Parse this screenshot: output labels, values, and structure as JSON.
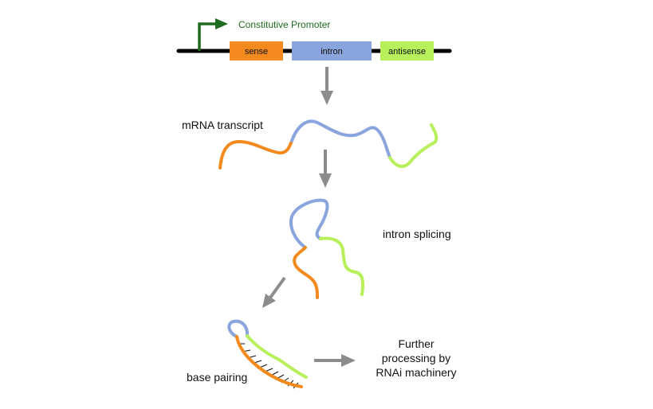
{
  "promoter_label": "Constitutive Promoter",
  "segments": {
    "sense": "sense",
    "intron": "intron",
    "antisense": "antisense"
  },
  "steps": {
    "transcript": "mRNA transcript",
    "splicing": "intron splicing",
    "pairing": "base pairing"
  },
  "further": [
    "Further",
    "processing by",
    "RNAi machinery"
  ],
  "colors": {
    "sense": "#f28a1e",
    "intron": "#8aa4dd",
    "antisense": "#b7f05b",
    "promoter": "#1f6b1f",
    "arrow": "#8c8c8c",
    "dna": "#000000"
  }
}
